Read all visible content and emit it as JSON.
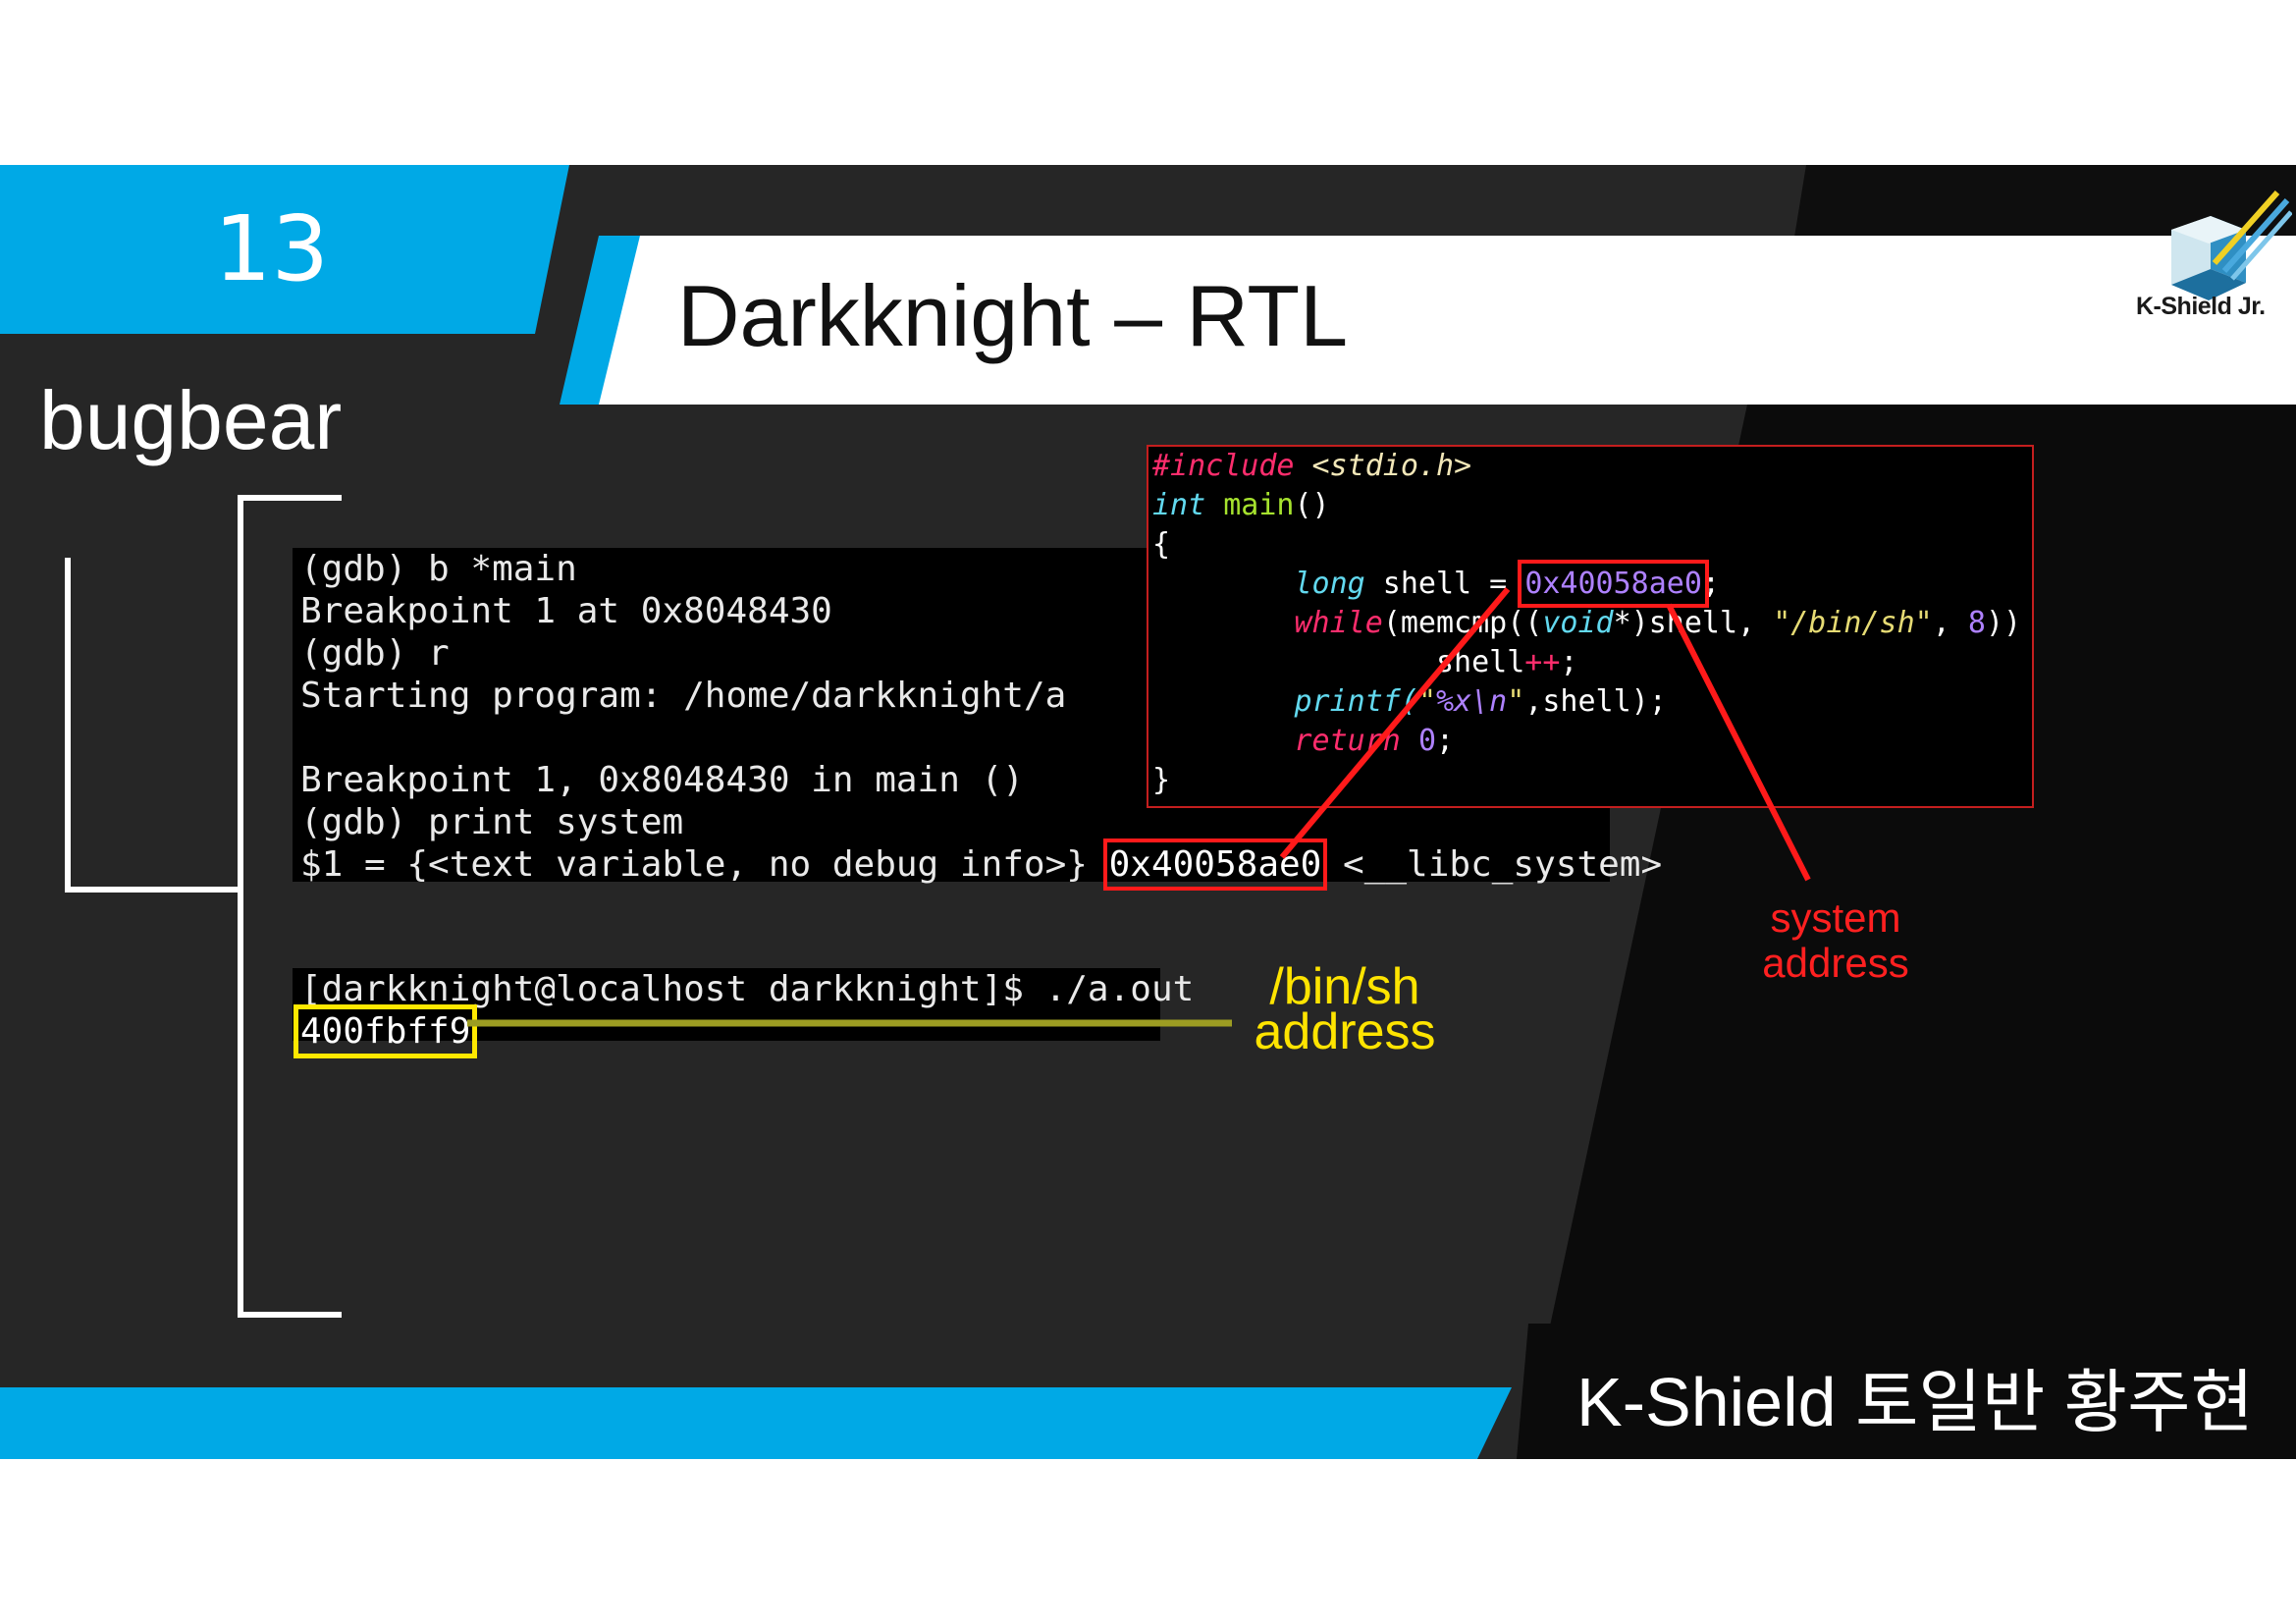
{
  "slide": {
    "number": "13",
    "title": "Darkknight – RTL",
    "subtitle": "bugbear",
    "logo_text": "K-Shield Jr.",
    "footer": "K-Shield 토일반 황주현"
  },
  "gdb_terminal": {
    "line1": "(gdb) b *main",
    "line2": "Breakpoint 1 at 0x8048430",
    "line3": "(gdb) r",
    "line4": "Starting program: /home/darkknight/a",
    "line5": "",
    "line6": "Breakpoint 1, 0x8048430 in main ()",
    "line7": "(gdb) print system",
    "line8_prefix": "$1 = {<text variable, no debug info>} ",
    "line8_address": "0x40058ae0",
    "line8_suffix": " <__libc_system>"
  },
  "run_terminal": {
    "prompt": "[darkknight@localhost darkknight]$ ./a.out",
    "output": "400fbff9"
  },
  "code": {
    "l1_directive": "#include",
    "l1_header": " <stdio.h>",
    "l2_type": "int",
    "l2_fn": "main",
    "l2_paren": "()",
    "l3": "{",
    "l4_indent": "        ",
    "l4_type": "long",
    "l4_mid": " shell = ",
    "l4_addr": "0x40058ae0",
    "l4_end": ";",
    "l5_indent": "        ",
    "l5_kw": "while",
    "l5_a": "(memcmp((",
    "l5_void": "void",
    "l5_b": "*)shell, ",
    "l5_str": "\"/bin/sh\"",
    "l5_c": ", ",
    "l5_num": "8",
    "l5_d": "))",
    "l6_indent": "                ",
    "l6_text": "shell",
    "l6_op": "++",
    "l6_end": ";",
    "l7_indent": "        ",
    "l7_fn": "printf(",
    "l7_q1": "\"",
    "l7_fmt": "%x\\n",
    "l7_q2": "\"",
    "l7_rest": ",shell);",
    "l8_indent": "        ",
    "l8_kw": "return",
    "l8_sp": " ",
    "l8_num": "0",
    "l8_end": ";",
    "l9": "}"
  },
  "labels": {
    "system_line1": "system",
    "system_line2": "address",
    "binsh_line1": "/bin/sh",
    "binsh_line2": "address"
  },
  "colors": {
    "accent_blue": "#00a9e6",
    "highlight_red": "#ff1a1a",
    "highlight_yellow": "#ffe800",
    "background_dark": "#262626"
  }
}
